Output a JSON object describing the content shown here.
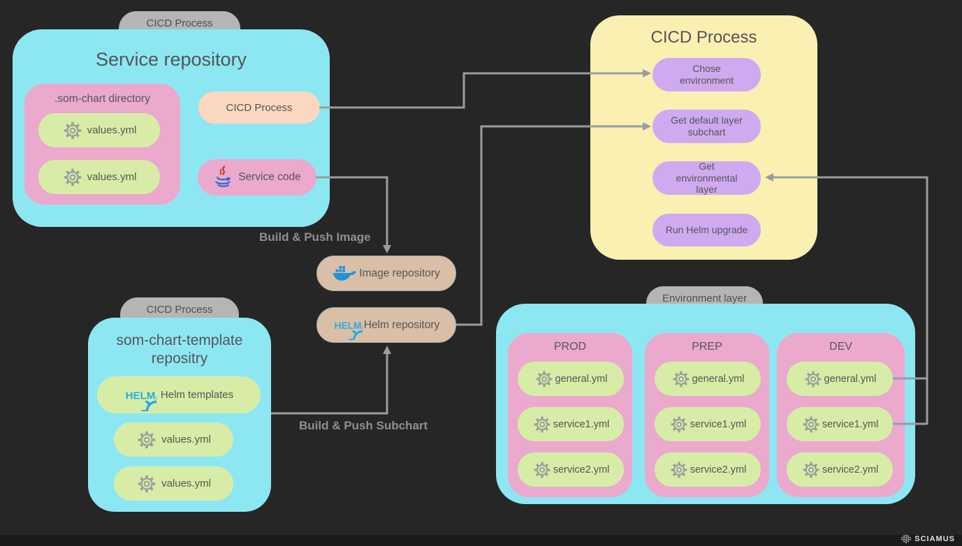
{
  "colors": {
    "bg": "#262626",
    "footer": "#1b1b1b",
    "cyan": "#8de7f3",
    "pink": "#eba9ce",
    "green": "#d7eda7",
    "yellow": "#faf0b2",
    "purple": "#cfaaf0",
    "peach": "#fbd8bf",
    "tan": "#d9bfa8",
    "graypill": "#b5b5b5",
    "ink": "#555555",
    "line": "#9c9c9c",
    "label": "#8f8f8f",
    "dockerblue": "#1e95d4",
    "helmblue": "#29abe2"
  },
  "icons": {
    "gear": "gear-icon",
    "helm_wheel": "helm-wheel-icon",
    "docker_whale": "docker-whale-icon",
    "java_cup": "java-cup-icon",
    "brand_mark": "sciamus-mark-icon",
    "helm_logo_text": "HELM"
  },
  "service_repo": {
    "tag": "CICD Process",
    "title": "Service repository",
    "directory": {
      "title": ".som-chart directory",
      "files": [
        "values.yml",
        "values.yml"
      ]
    },
    "cicd_pill": "CICD Process",
    "service_code_label": "Service code"
  },
  "pipeline": {
    "build_push_image_label": "Build & Push Image",
    "image_repo_label": "Image repository",
    "helm_repo_label": "Helm repository",
    "build_push_subchart_label": "Build & Push Subchart"
  },
  "template_repo": {
    "tag": "CICD Process",
    "title": "som-chart-template repositry",
    "helm_templates_label": "Helm templates",
    "files": [
      "values.yml",
      "values.yml"
    ]
  },
  "cicd_process": {
    "title": "CICD Process",
    "steps": [
      "Chose environment",
      "Get default layer subchart",
      "Get environmental layer",
      "Run Helm upgrade"
    ]
  },
  "environment": {
    "tag": "Environment layer",
    "columns": [
      {
        "title": "PROD",
        "files": [
          "general.yml",
          "service1.yml",
          "service2.yml"
        ]
      },
      {
        "title": "PREP",
        "files": [
          "general.yml",
          "service1.yml",
          "service2.yml"
        ]
      },
      {
        "title": "DEV",
        "files": [
          "general.yml",
          "service1.yml",
          "service2.yml"
        ]
      }
    ]
  },
  "footer": {
    "brand": "SCIAMUS"
  }
}
